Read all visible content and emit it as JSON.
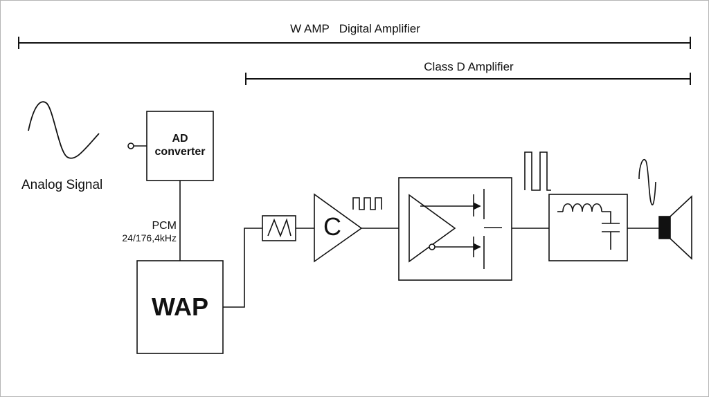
{
  "headers": {
    "wamp_span": "W AMP   Digital Amplifier",
    "classd_span": "Class D Amplifier"
  },
  "input": {
    "analog_label": "Analog Signal"
  },
  "blocks": {
    "ad_line1": "AD",
    "ad_line2": "converter",
    "pcm_label": "PCM",
    "pcm_rate": "24/176,4kHz",
    "wap_label": "WAP",
    "comparator_label": "C"
  },
  "colors": {
    "line": "#111111",
    "speaker_magnet": "#111111",
    "border": "#b5b5b5"
  },
  "icons": [
    "sine-wave-icon",
    "triangle-wave-icon",
    "square-wave-icon",
    "inductor-icon",
    "capacitor-icon",
    "mosfet-icon",
    "speaker-icon"
  ]
}
